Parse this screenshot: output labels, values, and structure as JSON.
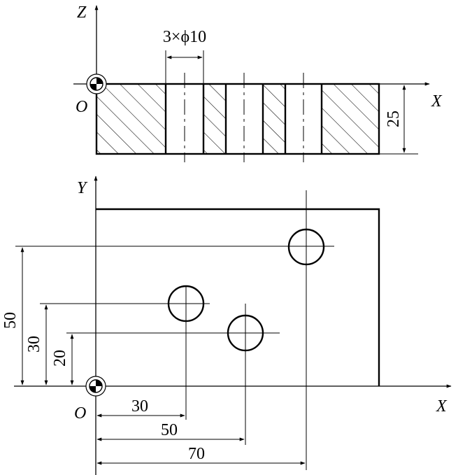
{
  "section_view": {
    "axis_z": "Z",
    "axis_x": "X",
    "origin": "O",
    "holes_label": "3×ϕ10",
    "thickness_label": "25"
  },
  "plan_view": {
    "axis_y": "Y",
    "axis_x": "X",
    "origin": "O",
    "dim_y": [
      "50",
      "30",
      "20"
    ],
    "dim_x": [
      "30",
      "50",
      "70"
    ]
  },
  "colors": {
    "ink": "#000000",
    "background": "#ffffff"
  }
}
